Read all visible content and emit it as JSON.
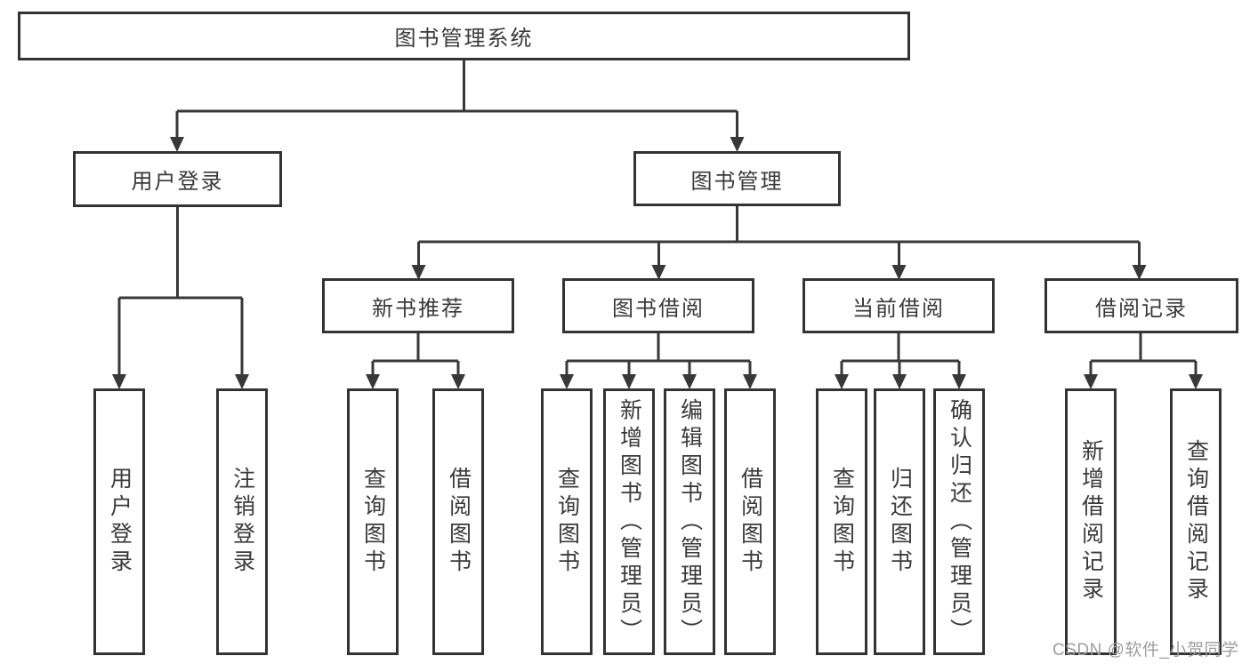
{
  "diagram_title": "图书管理系统",
  "tree": {
    "label": "图书管理系统",
    "children": [
      {
        "label": "用户登录",
        "children": [
          {
            "label": "用户登录"
          },
          {
            "label": "注销登录"
          }
        ]
      },
      {
        "label": "图书管理",
        "children": [
          {
            "label": "新书推荐",
            "children": [
              {
                "label": "查询图书"
              },
              {
                "label": "借阅图书"
              }
            ]
          },
          {
            "label": "图书借阅",
            "children": [
              {
                "label": "查询图书"
              },
              {
                "label": "新增图书（管理员）"
              },
              {
                "label": "编辑图书（管理员）"
              },
              {
                "label": "借阅图书"
              }
            ]
          },
          {
            "label": "当前借阅",
            "children": [
              {
                "label": "查询图书"
              },
              {
                "label": "归还图书"
              },
              {
                "label": "确认归还（管理员）"
              }
            ]
          },
          {
            "label": "借阅记录",
            "children": [
              {
                "label": "新增借阅记录"
              },
              {
                "label": "查询借阅记录"
              }
            ]
          }
        ]
      }
    ]
  },
  "watermark": {
    "text": "CSDN @软件_小贺同学"
  },
  "colors": {
    "line": "#383838",
    "border": "#333333",
    "text": "#3a3a3a",
    "watermark": "#9e9e9e",
    "background": "#ffffff"
  }
}
